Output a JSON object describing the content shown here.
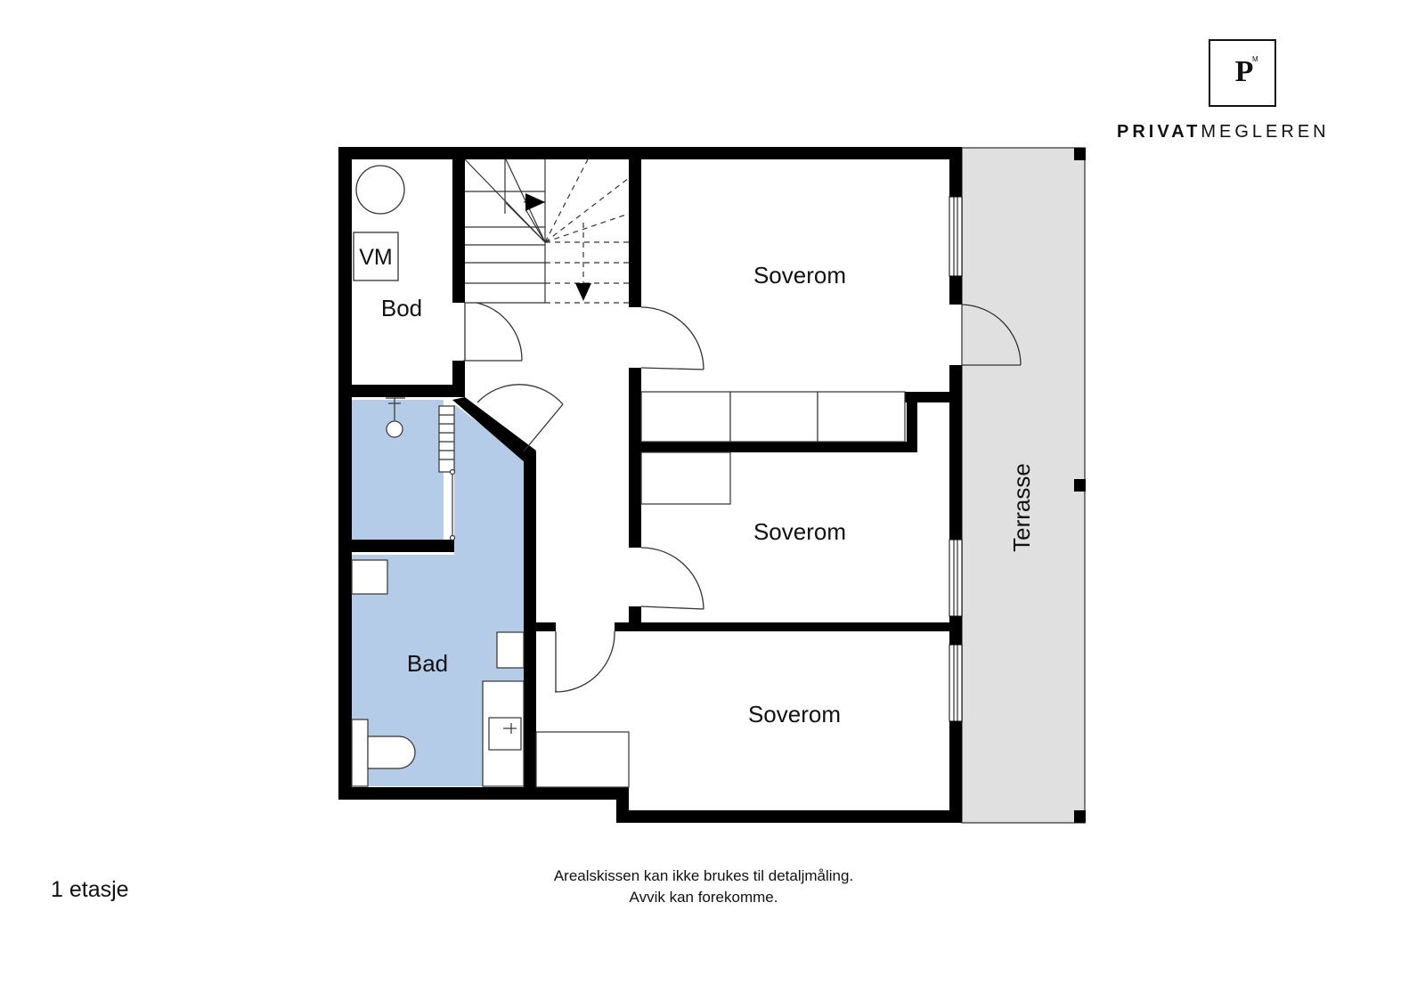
{
  "brand": {
    "logo_letter": "P",
    "logo_mark": "M",
    "name_bold": "PRIVAT",
    "name_regular": "MEGLEREN"
  },
  "rooms": {
    "bod": "Bod",
    "vm": "VM",
    "bad": "Bad",
    "soverom_1": "Soverom",
    "soverom_2": "Soverom",
    "soverom_3": "Soverom",
    "terrasse": "Terrasse"
  },
  "floor_label": "1 etasje",
  "disclaimer": {
    "line1": "Arealskissen kan ikke brukes til detaljmåling.",
    "line2": "Avvik kan forekomme."
  },
  "colors": {
    "wall": "#000000",
    "bathroom_fill": "#b4cce8",
    "terrace_fill": "#e0e0e0",
    "fixture_line": "#333333"
  }
}
